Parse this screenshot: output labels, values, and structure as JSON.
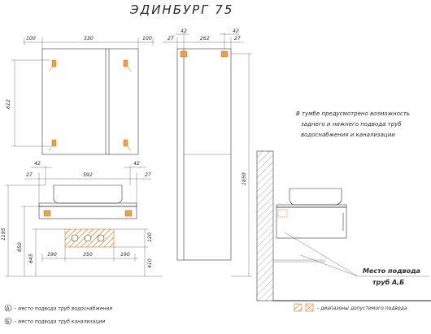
{
  "title": "ЭДИНБУРГ 75",
  "mirror_dims": {
    "top": [
      "100",
      "530",
      "100"
    ],
    "side": "612"
  },
  "cabinet_dims": {
    "top": [
      "27",
      "262",
      "27"
    ],
    "top_small": [
      "42",
      "42"
    ],
    "height": "1850"
  },
  "vanity_dims": {
    "top_small": [
      "42",
      "42"
    ],
    "top": [
      "27",
      "592",
      "27"
    ],
    "left": [
      "1195",
      "850",
      "645"
    ],
    "cutout_h": "120",
    "bottom": [
      "190",
      "350",
      "190"
    ],
    "right": "410"
  },
  "note_lines": [
    "В тумбе предусмотрено возможность",
    "заднего и нижнего подвода труб",
    "водоснабжения и канализации"
  ],
  "callout_lines": [
    "Место подвода",
    "труб А,Б"
  ],
  "legend": {
    "a_symbol": "А",
    "a_text": "- место подвода труб водоснабжения",
    "b_symbol": "Б",
    "b_text": "- место подвода труб канализации",
    "range_text": "- диапазоны допустимого подвода"
  }
}
